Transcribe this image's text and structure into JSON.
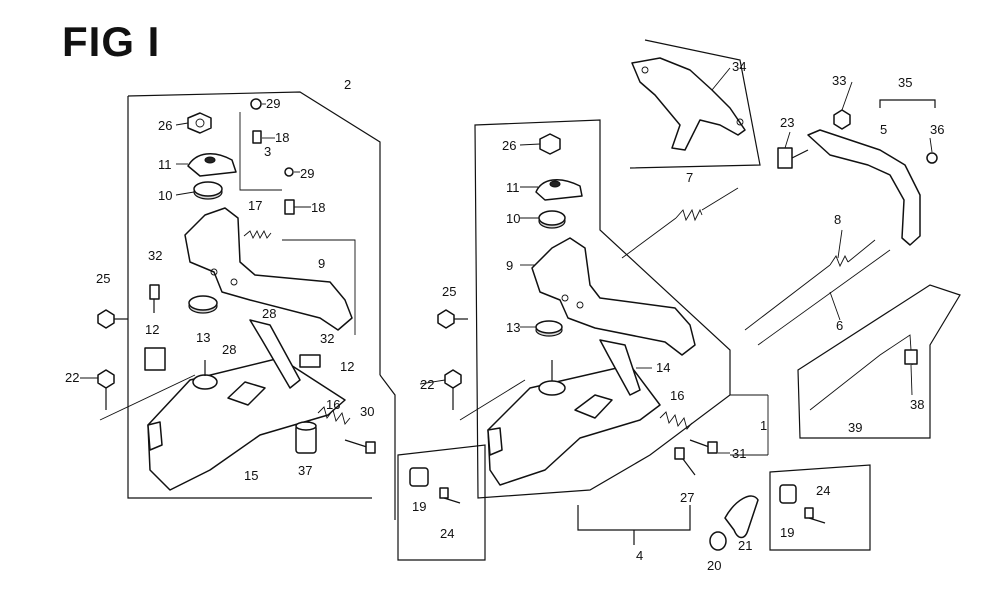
{
  "figure": {
    "title": "FIG I"
  },
  "parts": {
    "p1": "1",
    "p2": "2",
    "p3": "3",
    "p4": "4",
    "p5": "5",
    "p6": "6",
    "p7": "7",
    "p8": "8",
    "p9a": "9",
    "p9b": "9",
    "p10a": "10",
    "p10b": "10",
    "p11a": "11",
    "p11b": "11",
    "p12a": "12",
    "p12b": "12",
    "p13a": "13",
    "p13b": "13",
    "p14": "14",
    "p15": "15",
    "p16a": "16",
    "p16b": "16",
    "p17": "17",
    "p18a": "18",
    "p18b": "18",
    "p19a": "19",
    "p19b": "19",
    "p20": "20",
    "p21": "21",
    "p22a": "22",
    "p22b": "22",
    "p23": "23",
    "p24a": "24",
    "p24b": "24",
    "p25a": "25",
    "p25b": "25",
    "p26a": "26",
    "p26b": "26",
    "p27": "27",
    "p28a": "28",
    "p28b": "28",
    "p29a": "29",
    "p29b": "29",
    "p30": "30",
    "p31": "31",
    "p32a": "32",
    "p32b": "32",
    "p33": "33",
    "p34": "34",
    "p35": "35",
    "p36": "36",
    "p37": "37",
    "p38": "38",
    "p39": "39"
  }
}
